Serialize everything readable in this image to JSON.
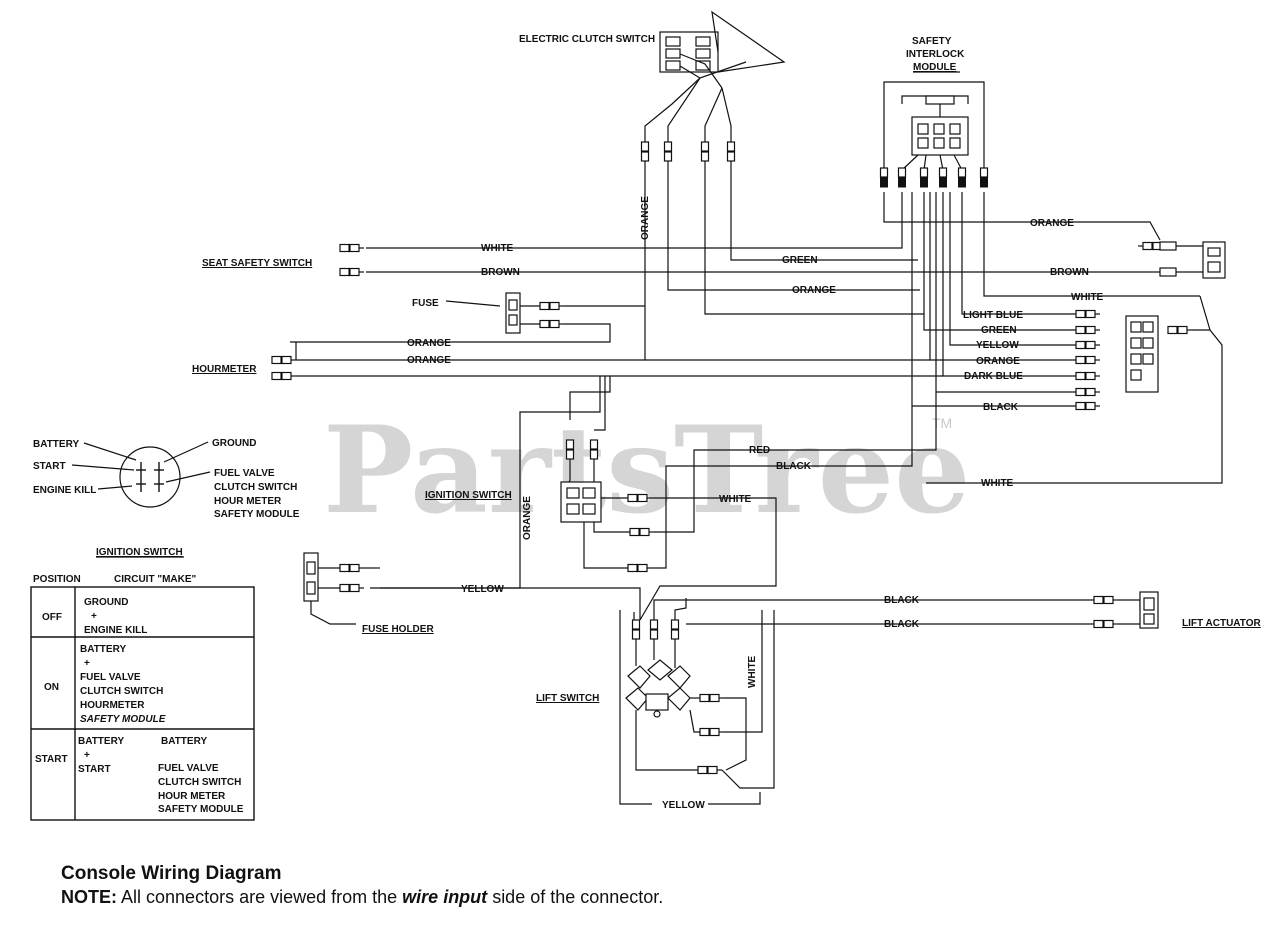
{
  "watermark": "PartsTree",
  "watermark_mark": "TM",
  "components": {
    "electric_clutch_switch": "ELECTRIC CLUTCH SWITCH",
    "safety_module_line1": "SAFETY",
    "safety_module_line2": "INTERLOCK",
    "safety_module_line3": "MODULE",
    "seat_safety_switch": "SEAT SAFETY SWITCH",
    "fuse": "FUSE",
    "hourmeter": "HOURMETER",
    "ignition_switch": "IGNITION SWITCH",
    "fuse_holder": "FUSE HOLDER",
    "lift_switch": "LIFT SWITCH",
    "lift_actuator": "LIFT ACTUATOR"
  },
  "wires": {
    "orange": "ORANGE",
    "white": "WHITE",
    "brown": "BROWN",
    "green": "GREEN",
    "light_blue": "LIGHT BLUE",
    "yellow": "YELLOW",
    "dark_blue": "DARK BLUE",
    "black": "BLACK",
    "red": "RED"
  },
  "terminals": {
    "battery": "BATTERY",
    "start": "START",
    "engine_kill": "ENGINE KILL",
    "ground": "GROUND",
    "fuel_valve": "FUEL VALVE",
    "clutch_switch": "CLUTCH SWITCH",
    "hour_meter": "HOUR METER",
    "safety_module": "SAFETY MODULE"
  },
  "ignition_table": {
    "title": "IGNITION SWITCH",
    "col_position": "POSITION",
    "col_circuit": "CIRCUIT \"MAKE\"",
    "rows": [
      {
        "position": "OFF",
        "lines": [
          "GROUND",
          "+",
          "ENGINE KILL"
        ]
      },
      {
        "position": "ON",
        "lines": [
          "BATTERY",
          "+",
          "FUEL VALVE",
          "CLUTCH SWITCH",
          "HOURMETER",
          "SAFETY MODULE"
        ]
      },
      {
        "position": "START",
        "left": [
          "BATTERY",
          "+",
          "START"
        ],
        "right": [
          "BATTERY",
          "FUEL VALVE",
          "CLUTCH SWITCH",
          "HOUR METER",
          "SAFETY MODULE"
        ]
      }
    ]
  },
  "caption": {
    "title": "Console Wiring Diagram",
    "note_label": "NOTE:",
    "note_pre": "All connectors are viewed from the",
    "note_em": "wire input",
    "note_post": "side of the connector."
  }
}
